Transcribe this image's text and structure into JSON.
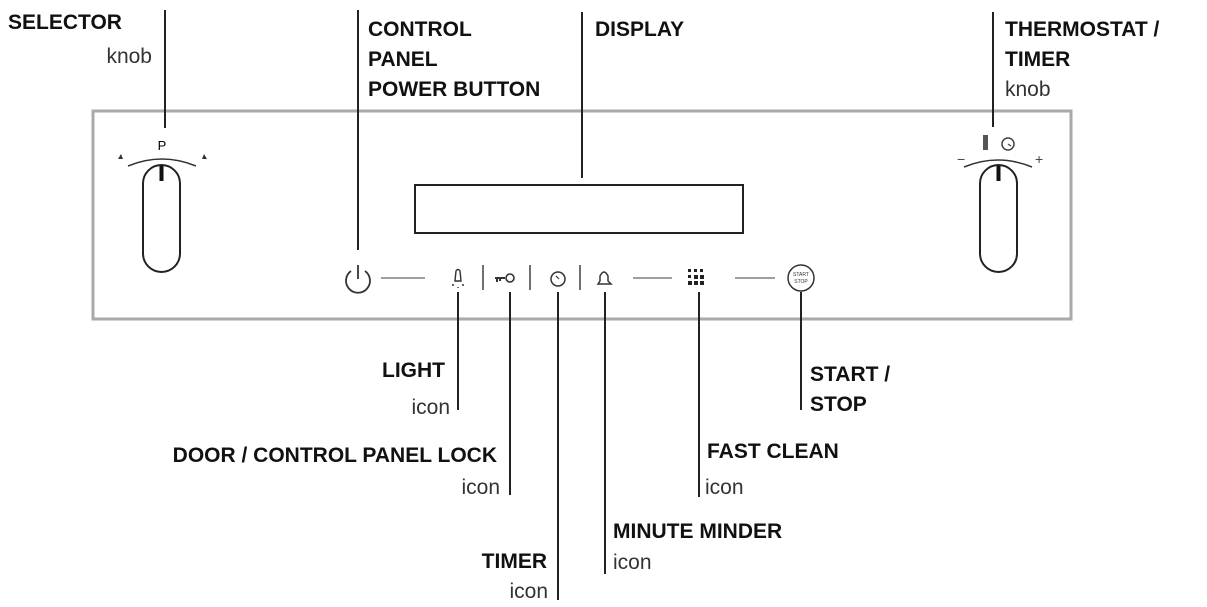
{
  "labels": {
    "selector": {
      "title": "SELECTOR",
      "sub": "knob"
    },
    "power": {
      "line1": "CONTROL",
      "line2": "PANEL",
      "line3": "POWER BUTTON"
    },
    "display": {
      "title": "DISPLAY"
    },
    "thermostat": {
      "line1": "THERMOSTAT /",
      "line2": "TIMER",
      "sub": "knob"
    },
    "light": {
      "title": "LIGHT",
      "sub": "icon"
    },
    "lock": {
      "title": "DOOR / CONTROL PANEL LOCK",
      "sub": "icon"
    },
    "timer": {
      "title": "TIMER",
      "sub": "icon"
    },
    "minute_minder": {
      "title": "MINUTE MINDER",
      "sub": "icon"
    },
    "fast_clean": {
      "title": "FAST CLEAN",
      "sub": "icon"
    },
    "start_stop": {
      "line1": "START /",
      "line2": "STOP"
    }
  },
  "panel": {
    "selector_mark": "P",
    "thermostat_minus": "−",
    "thermostat_plus": "+",
    "start_stop_button": {
      "line1": "START",
      "line2": "STOP"
    }
  },
  "colors": {
    "panel_border": "#aaaaaa",
    "lines": "#222222"
  }
}
